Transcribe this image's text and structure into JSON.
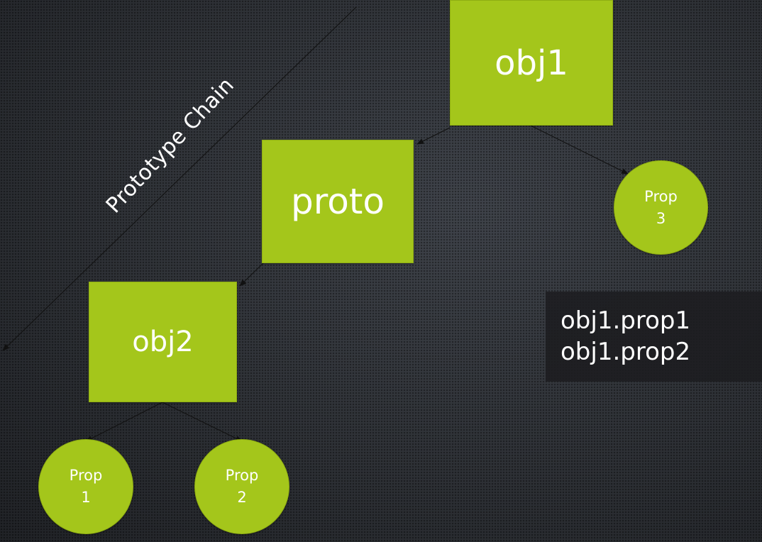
{
  "diagram": {
    "chain_label": "Prototype Chain",
    "nodes": {
      "obj1": "obj1",
      "proto": "proto",
      "obj2": "obj2"
    },
    "props": {
      "prop3": {
        "line1": "Prop",
        "line2": "3"
      },
      "prop1": {
        "line1": "Prop",
        "line2": "1"
      },
      "prop2": {
        "line1": "Prop",
        "line2": "2"
      }
    },
    "code_lines": [
      "obj1.prop1",
      "obj1.prop2"
    ],
    "colors": {
      "node_fill": "#a4c61b",
      "background": "#2c2f34",
      "text": "#ffffff",
      "arrow": "#111111"
    }
  }
}
